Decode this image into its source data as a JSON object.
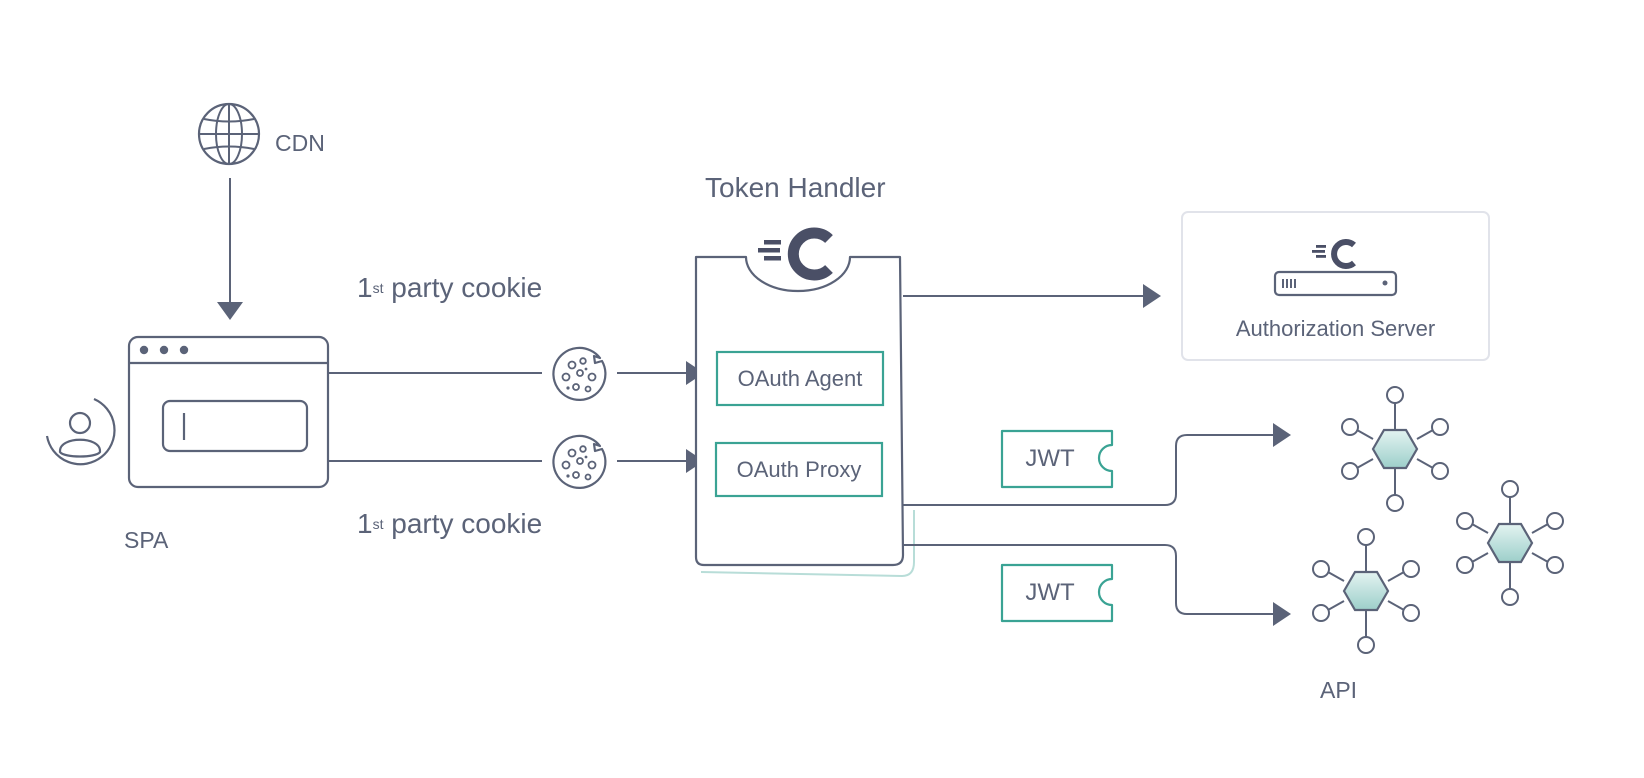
{
  "colors": {
    "stroke": "#5b6378",
    "accent": "#3aa394",
    "accent_fill_top": "#e3f3f1",
    "accent_fill_bottom": "#9dcfca",
    "panel_border": "#e1e3ea",
    "brand": "#4a4f66"
  },
  "icons": {
    "cdn": "globe-icon",
    "user": "user-icon",
    "spa": "browser-window-icon",
    "cookie": "cookie-icon",
    "token_handler_logo": "curity-logo-icon",
    "authorization_server": "server-icon",
    "api": "hexagon-network-icon"
  },
  "labels": {
    "cdn": "CDN",
    "spa": "SPA",
    "token_handler": "Token Handler",
    "cookie_top": {
      "num": "1",
      "sup": "st",
      "rest": " party cookie"
    },
    "cookie_bottom": {
      "num": "1",
      "sup": "st",
      "rest": " party cookie"
    },
    "oauth_agent": "OAuth Agent",
    "oauth_proxy": "OAuth Proxy",
    "authorization_server": "Authorization Server",
    "jwt_top": "JWT",
    "jwt_bottom": "JWT",
    "api": "API"
  }
}
